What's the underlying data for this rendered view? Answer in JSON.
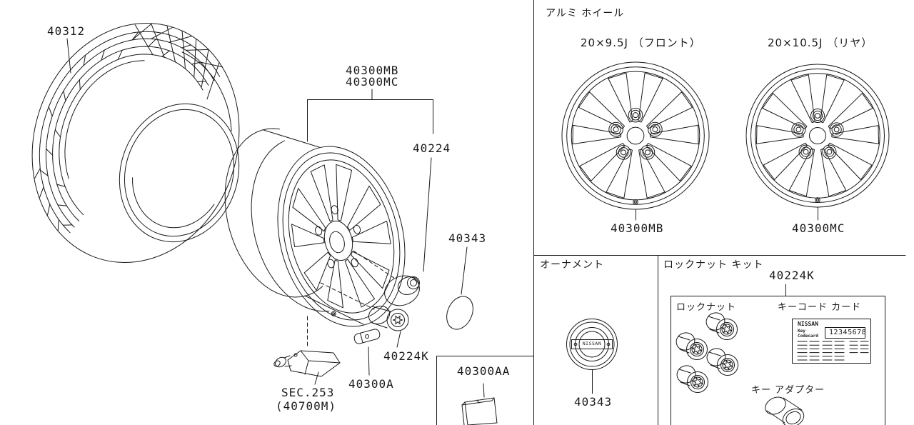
{
  "colors": {
    "background": "#ffffff",
    "line": "#1a1a1a",
    "text": "#1a1a1a"
  },
  "main_diagram": {
    "tire_part": "40312",
    "wheel_part_line1": "40300MB",
    "wheel_part_line2": "40300MC",
    "lug_nut_part": "40224",
    "ornament_part": "40343",
    "lock_nut_part": "40224K",
    "balance_weight_part": "40300A",
    "sensor_section": "SEC.253",
    "sensor_part": "(40700M)",
    "weight_part": "40300AA"
  },
  "alloy_wheel_panel": {
    "title": "アルミ ホイール",
    "front_size": "20×9.5J （フロント）",
    "rear_size": "20×10.5J （リヤ）",
    "front_part": "40300MB",
    "rear_part": "40300MC"
  },
  "ornament_panel": {
    "title": "オーナメント",
    "part": "40343",
    "cap_logo": "NISSAN"
  },
  "lock_nut_kit_panel": {
    "title": "ロックナット キット",
    "part": "40224K",
    "lock_nut_label": "ロックナット",
    "key_code_card_label": "キーコード カード",
    "key_adapter_label": "キー アダプター",
    "card_brand": "NISSAN",
    "card_line1": "Key",
    "card_line2": "Codecard",
    "card_number": "12345678"
  }
}
